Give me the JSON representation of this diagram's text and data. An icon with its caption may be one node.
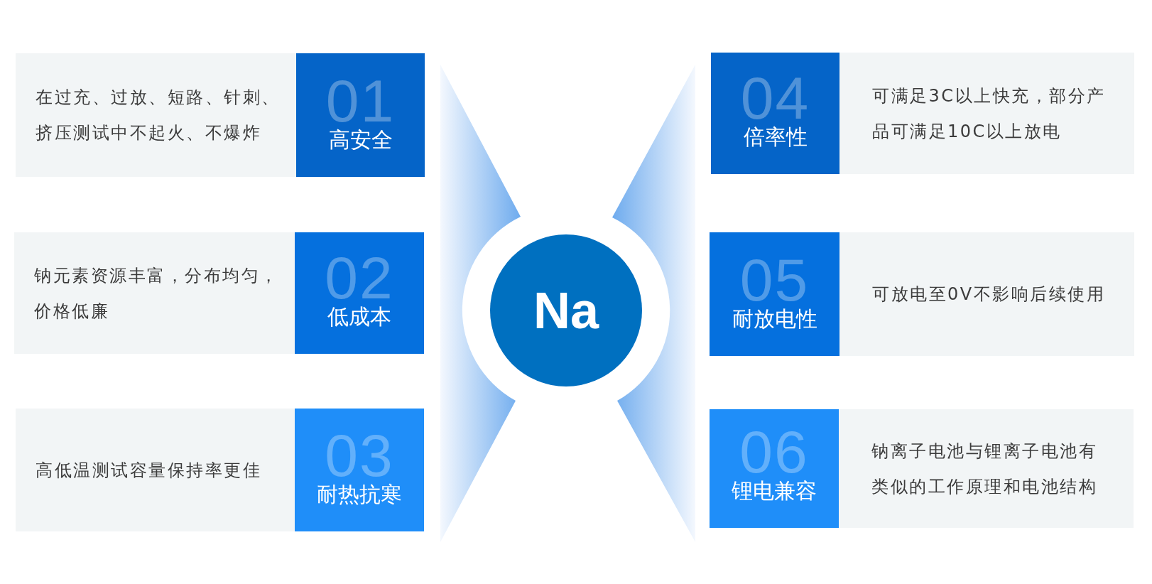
{
  "diagram": {
    "nodes": [
      {
        "text": [
          "Na"
        ]
      },
      {
        "text": [
          "01",
          "高安全"
        ]
      },
      {
        "text": [
          "在过充、过放、短路、针刺、挤压测试中不起火、不爆炸"
        ]
      },
      {
        "text": [
          "02",
          "低成本"
        ]
      },
      {
        "text": [
          "钠元素资源丰富，分布均匀，价格低廉"
        ]
      },
      {
        "text": [
          "03",
          "耐热抗寒"
        ]
      },
      {
        "text": [
          "高低温测试容量保持率更佳"
        ]
      },
      {
        "text": [
          "04",
          "倍率性"
        ]
      },
      {
        "text": [
          "可满足3C以上快充，部分产品可满足10C以上放电"
        ]
      },
      {
        "text": [
          "05",
          "耐放电性"
        ]
      },
      {
        "text": [
          "可放电至0V不影响后续使用"
        ]
      },
      {
        "text": [
          "06",
          "锂电兼容"
        ]
      },
      {
        "text": [
          "钠离子电池与锂离子电池有类似的工作原理和电池结构"
        ]
      }
    ]
  }
}
